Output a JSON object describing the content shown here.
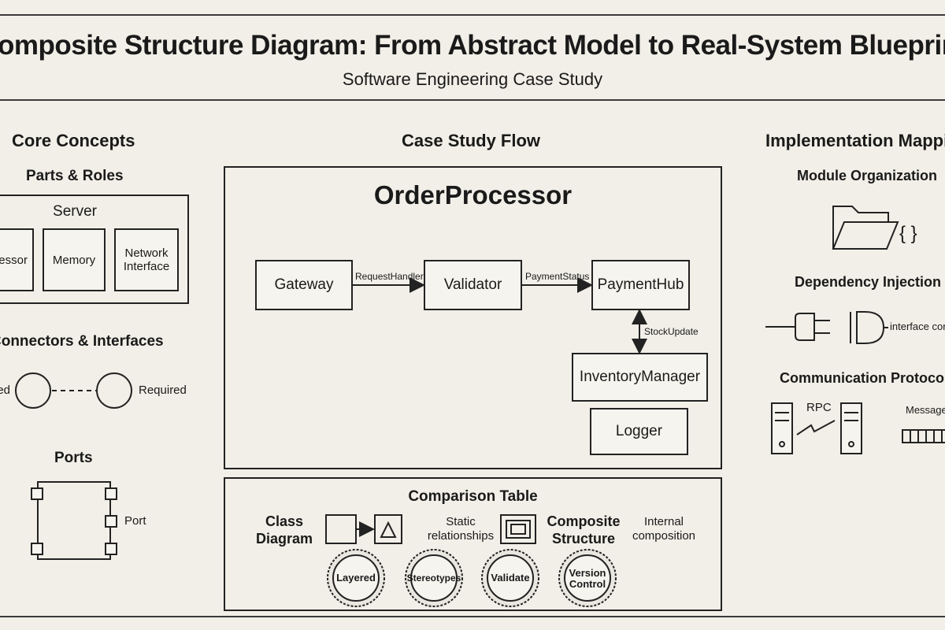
{
  "header": {
    "title": "Composite Structure Diagram: From Abstract Model to Real-System Blueprint",
    "subtitle": "Software Engineering Case Study"
  },
  "core_concepts": {
    "heading": "Core Concepts",
    "parts_roles": {
      "heading": "Parts & Roles",
      "container": "Server",
      "parts": [
        "Processor",
        "Memory",
        "Network Interface"
      ]
    },
    "connectors": {
      "heading": "Connectors & Interfaces",
      "provided_label": "Provided",
      "required_label": "Required"
    },
    "ports": {
      "heading": "Ports",
      "port_label": "Port"
    }
  },
  "case_study": {
    "heading": "Case Study Flow",
    "container": "OrderProcessor",
    "components": {
      "gateway": "Gateway",
      "validator": "Validator",
      "payment_hub": "PaymentHub",
      "inventory_manager": "InventoryManager",
      "logger": "Logger"
    },
    "connectors": {
      "request_handler": "RequestHandler",
      "payment_status": "PaymentStatus",
      "stock_update": "StockUpdate"
    }
  },
  "implementation": {
    "heading": "Implementation Mapping",
    "module_org": {
      "heading": "Module Organization",
      "braces": "{ }"
    },
    "dependency_injection": {
      "heading": "Dependency Injection",
      "label": "interface contract"
    },
    "communication": {
      "heading": "Communication Protocols",
      "rpc_label": "RPC",
      "message_label": "Message"
    }
  },
  "comparison": {
    "heading": "Comparison Table",
    "class_diagram": {
      "label": "Class Diagram",
      "description": "Static relationships"
    },
    "composite_structure": {
      "label": "Composite Structure",
      "description": "Internal composition"
    },
    "badges": [
      "Layered",
      "Stereotypes",
      "Validate",
      "Version Control"
    ]
  },
  "colors": {
    "background": "#f1efe7",
    "ink": "#1a1a1a"
  }
}
